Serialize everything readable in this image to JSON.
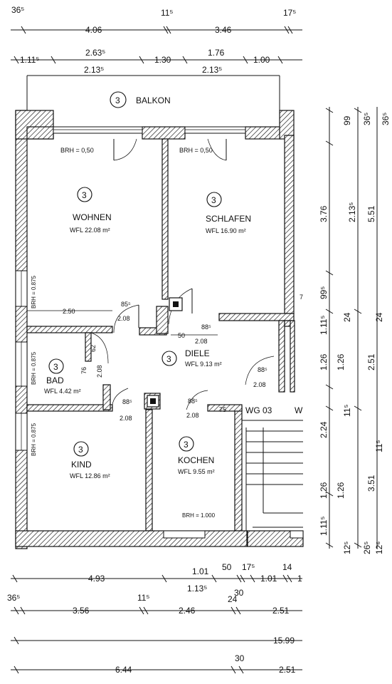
{
  "rooms": {
    "balkon": {
      "num": "3",
      "name": "BALKON"
    },
    "wohnen": {
      "num": "3",
      "name": "WOHNEN",
      "area": "WFL 22.08 m²",
      "brh": "BRH = 0,50"
    },
    "schlafen": {
      "num": "3",
      "name": "SCHLAFEN",
      "area": "WFL 16.90 m²",
      "brh": "BRH = 0,50"
    },
    "diele": {
      "num": "3",
      "name": "DIELE",
      "area": "WFL 9.13 m²"
    },
    "bad": {
      "num": "3",
      "name": "BAD",
      "area": "WFL 4.42 m²"
    },
    "kind": {
      "num": "3",
      "name": "KIND",
      "area": "WFL 12.86 m²"
    },
    "kochen": {
      "num": "3",
      "name": "KOCHEN",
      "area": "WFL 9.55 m²",
      "brh": "BRH = 1.000"
    }
  },
  "labels": {
    "wg03": "WG 03",
    "w": "W",
    "brh_0875_a": "BRH = 0.875",
    "brh_0875_b": "BRH = 0.875",
    "brh_0875_c": "BRH = 0.875"
  },
  "top_dims": {
    "r1": [
      "36⁵",
      "4.06",
      "11⁵",
      "3.46",
      "17⁵"
    ],
    "r2": [
      "1.11⁵",
      "2.63⁵",
      "1.30",
      "1.76",
      "1.00"
    ],
    "r2_sub": [
      "2.13⁵",
      "2.13⁵"
    ]
  },
  "right_dims": {
    "c1": [
      "99",
      "3.76",
      "99⁵",
      "1.11⁵",
      "1.26",
      "2.24",
      "1.26",
      "1.11⁵",
      "12⁵"
    ],
    "c2": [
      "36⁵",
      "2.13⁵",
      "24",
      "1.26",
      "11⁵",
      "1.26",
      "26⁵"
    ],
    "c3": [
      "36⁵",
      "5.51",
      "24",
      "2.51",
      "11⁵",
      "3.51",
      "12⁶"
    ]
  },
  "bottom_dims": {
    "r1": [
      "4.93",
      "1.01",
      "50",
      "17⁵",
      "1.01",
      "14",
      "1"
    ],
    "r1_sub": "1.13⁵",
    "r2": [
      "36⁵",
      "3.56",
      "11⁵",
      "2.46",
      "24",
      "30",
      "2.51"
    ],
    "r3": "15.99",
    "r4": [
      "6.44",
      "30",
      "2.51"
    ]
  },
  "interior_dims": {
    "d250": "2.50",
    "d85": "85⁵",
    "d208a": "2.08",
    "d885a": "88⁵",
    "d208b": "2.08",
    "d50": "50",
    "d62": "62",
    "d76": "76",
    "d208c": "2.08",
    "d885b": "88⁵",
    "d208d": "2.08",
    "d885c": "88⁵",
    "d208e": "2.08",
    "d75": "75",
    "d885d": "88⁵",
    "d208f": "2.08",
    "d7": "7"
  }
}
